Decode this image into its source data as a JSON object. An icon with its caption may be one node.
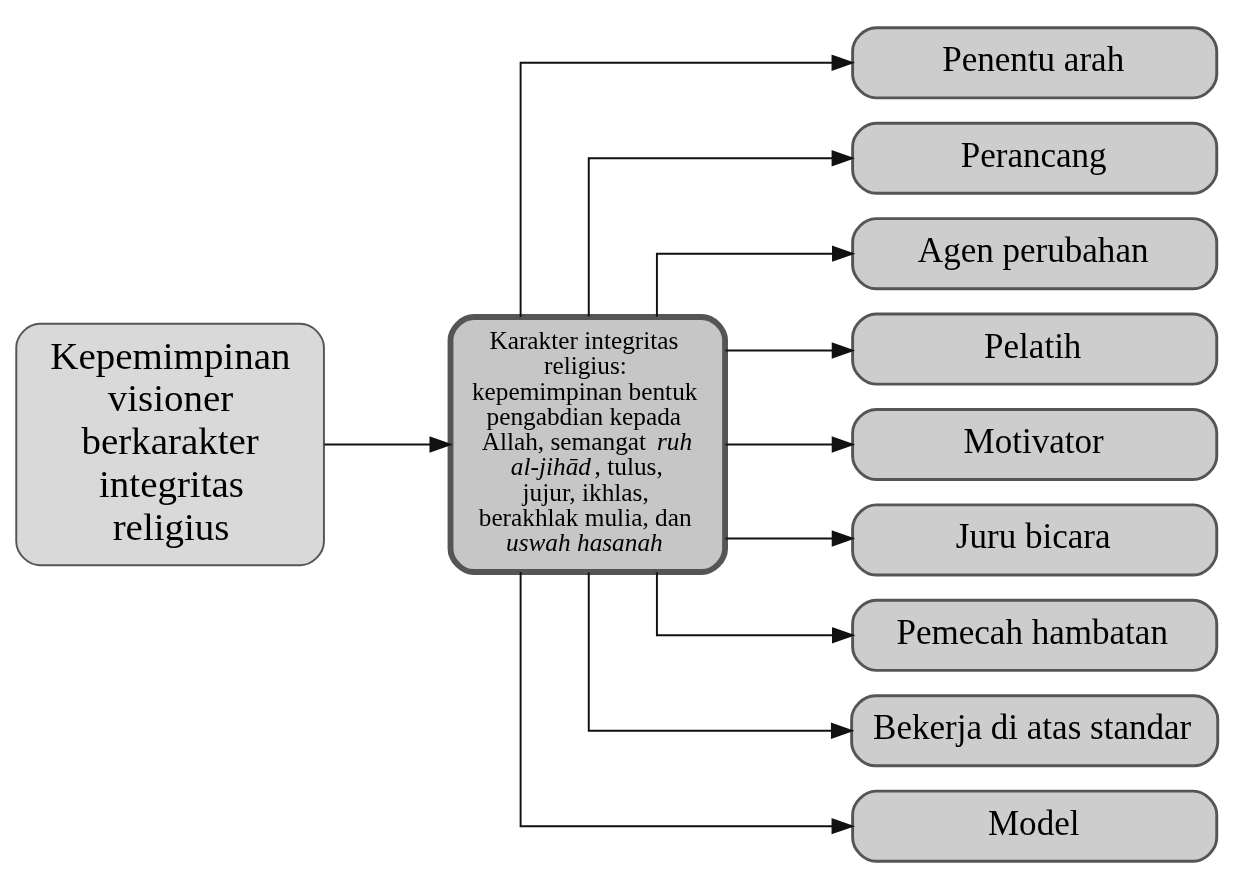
{
  "diagram": {
    "nodes": [
      {
        "text": [
          "Kepemimpinan visioner berkarakter integritas religius"
        ]
      },
      {
        "text": [
          "Karakter integritas religius: kepemimpinan bentuk pengabdian kepada Allah, semangat *ruh al-jihād*, tulus, jujur, ikhlas, berakhlak mulia, dan *uswah hasanah*"
        ]
      },
      {
        "text": [
          "Penentu arah"
        ]
      },
      {
        "text": [
          "Perancang"
        ]
      },
      {
        "text": [
          "Agen perubahan"
        ]
      },
      {
        "text": [
          "Pelatih"
        ]
      },
      {
        "text": [
          "Motivator"
        ]
      },
      {
        "text": [
          "Juru bicara"
        ]
      },
      {
        "text": [
          "Pemecah hambatan"
        ]
      },
      {
        "text": [
          "Bekerja di atas standar"
        ]
      },
      {
        "text": [
          "Model"
        ]
      }
    ],
    "edges": [
      {
        "from": 0,
        "to": 1,
        "arrow": "to"
      },
      {
        "from": 1,
        "to": 2,
        "arrow": "to"
      },
      {
        "from": 1,
        "to": 3,
        "arrow": "to"
      },
      {
        "from": 1,
        "to": 4,
        "arrow": "to"
      },
      {
        "from": 1,
        "to": 5,
        "arrow": "to"
      },
      {
        "from": 1,
        "to": 6,
        "arrow": "to"
      },
      {
        "from": 1,
        "to": 7,
        "arrow": "to"
      },
      {
        "from": 1,
        "to": 8,
        "arrow": "to"
      },
      {
        "from": 1,
        "to": 9,
        "arrow": "to"
      },
      {
        "from": 1,
        "to": 10,
        "arrow": "to"
      }
    ]
  }
}
